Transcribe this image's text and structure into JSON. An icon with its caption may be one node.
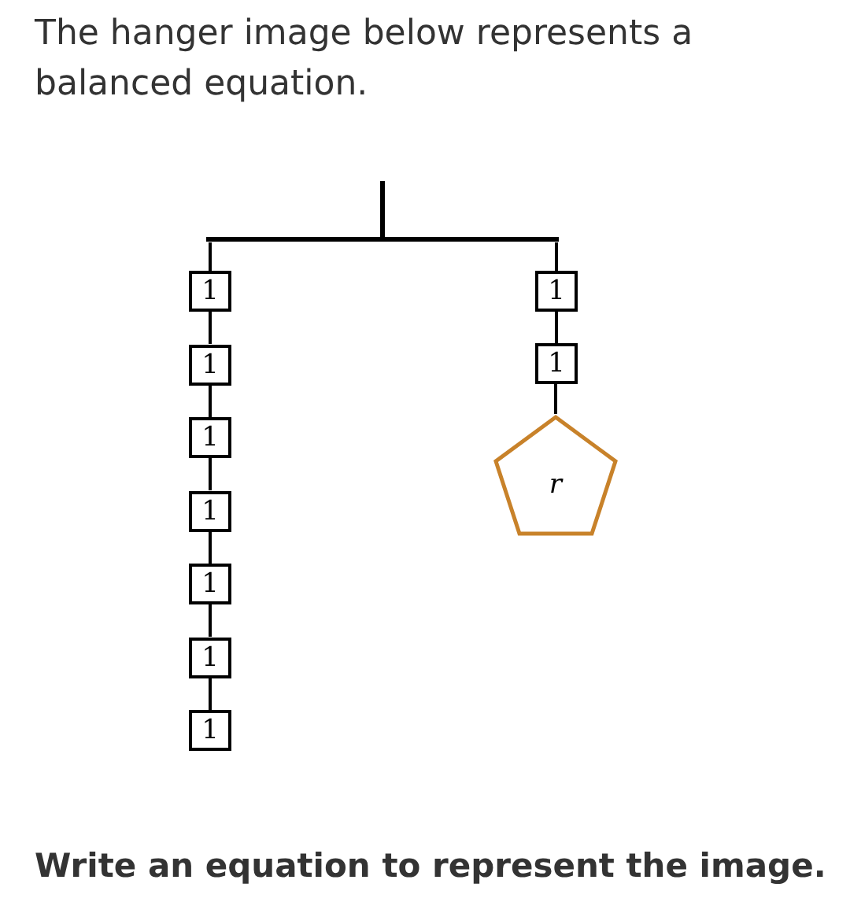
{
  "diagram": {
    "title": "The hanger image below represents a balanced equation.",
    "caption": "Write an equation to represent the image.",
    "nodes": [
      {
        "text": [],
        "shape": "bar"
      },
      {
        "text": [
          "1"
        ]
      },
      {
        "text": [
          "1"
        ]
      },
      {
        "text": [
          "1"
        ]
      },
      {
        "text": [
          "1"
        ]
      },
      {
        "text": [
          "1"
        ]
      },
      {
        "text": [
          "1"
        ]
      },
      {
        "text": [
          "1"
        ]
      },
      {
        "text": [
          "1"
        ]
      },
      {
        "text": [
          "1"
        ]
      },
      {
        "text": [
          "r"
        ]
      }
    ],
    "edges": [
      {
        "from": 0,
        "to": 1,
        "arrow": "none"
      },
      {
        "from": 1,
        "to": 2,
        "arrow": "none"
      },
      {
        "from": 2,
        "to": 3,
        "arrow": "none"
      },
      {
        "from": 3,
        "to": 4,
        "arrow": "none"
      },
      {
        "from": 4,
        "to": 5,
        "arrow": "none"
      },
      {
        "from": 5,
        "to": 6,
        "arrow": "none"
      },
      {
        "from": 6,
        "to": 7,
        "arrow": "none"
      },
      {
        "from": 0,
        "to": 8,
        "arrow": "none"
      },
      {
        "from": 8,
        "to": 9,
        "arrow": "none"
      },
      {
        "from": 9,
        "to": 10,
        "arrow": "none",
        "color": "#000000"
      }
    ]
  }
}
